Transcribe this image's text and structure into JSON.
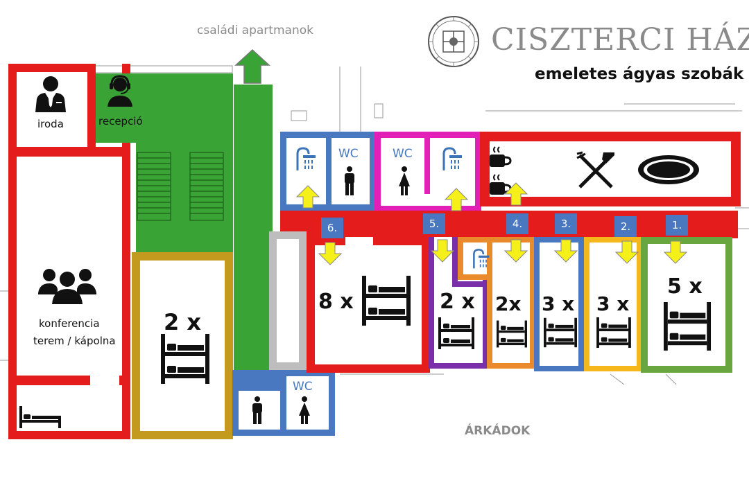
{
  "header": {
    "logo_title": "CISZTERCI HÁZ",
    "subtitle": "emeletes ágyas szobák"
  },
  "labels": {
    "family_apartments": "családi apartmanok",
    "arcades": "ÁRKÁDOK",
    "office": "iroda",
    "reception": "recepció",
    "conference_line1": "konferencia",
    "conference_line2": "terem / kápolna",
    "wc_top_left": "WC",
    "wc_top_middle": "WC",
    "wc_bottom": "WC"
  },
  "rooms": [
    {
      "number": "6.",
      "count": "8 x",
      "color": "#e41c1c"
    },
    {
      "number": "5.",
      "count": "2 x",
      "color": "#7a2faa"
    },
    {
      "number": "4.",
      "count": "2x",
      "color": "#e98a2c"
    },
    {
      "number": "3.",
      "count": "3 x",
      "color": "#4a78c0"
    },
    {
      "number": "2.",
      "count": "3 x",
      "color": "#f5b71b"
    },
    {
      "number": "1.",
      "count": "5 x",
      "color": "#6aa640"
    }
  ],
  "left_room": {
    "count": "2 x",
    "color": "#c49a1e"
  },
  "colors": {
    "red": "#e41c1c",
    "green": "#3aa335",
    "blue": "#4a78c0",
    "magenta": "#e21fb6",
    "gold": "#c49a1e",
    "grey": "#bdbdbd",
    "arrow": "#f5ef1a"
  },
  "icons": [
    "businessman-icon",
    "support-agent-icon",
    "group-icon",
    "bed-icon",
    "bunk-bed-icon",
    "shower-icon",
    "man-icon",
    "woman-icon",
    "coffee-icon",
    "fork-knife-icon",
    "plate-icon",
    "arrow-up-icon",
    "arrow-down-icon",
    "cistercian-seal-logo"
  ]
}
